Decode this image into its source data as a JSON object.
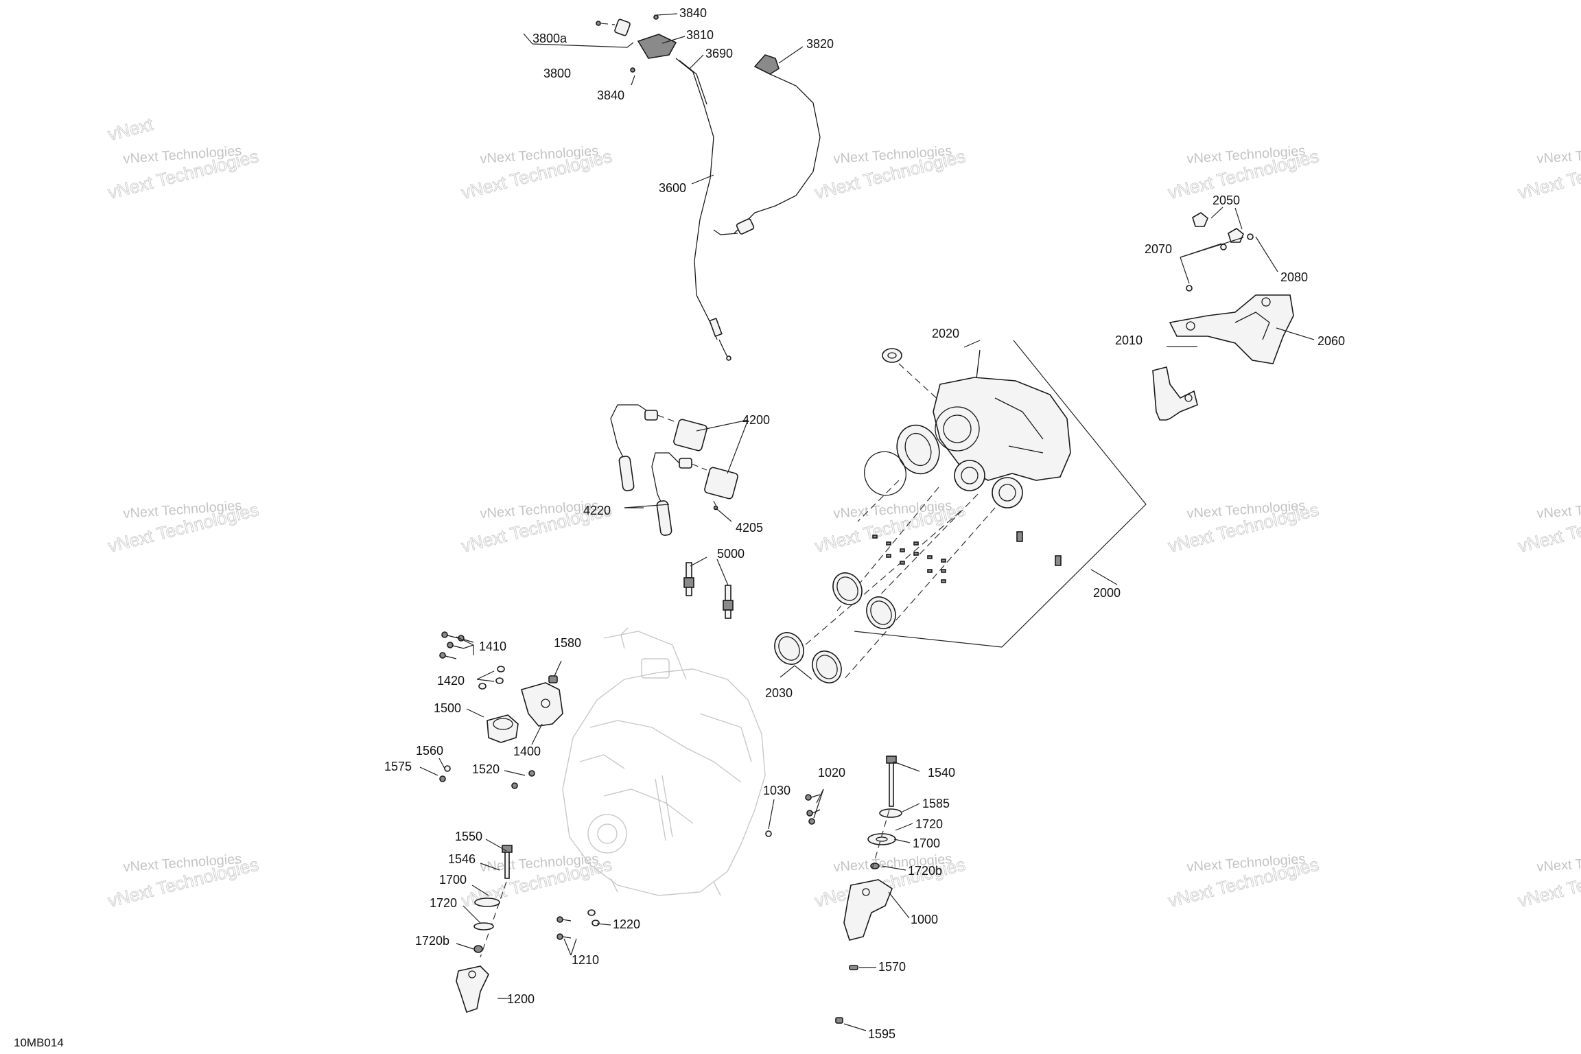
{
  "diagram_code": "10MB014",
  "watermark": {
    "line1": "vNext Technologies",
    "line2": "Technologies",
    "small": "vNext"
  },
  "callouts": {
    "c3840a": "3840",
    "c3800a": "3800a",
    "c3810": "3810",
    "c3690": "3690",
    "c3820": "3820",
    "c3800": "3800",
    "c3840b": "3840",
    "c3600": "3600",
    "c2050": "2050",
    "c2070": "2070",
    "c2080": "2080",
    "c2010": "2010",
    "c2060": "2060",
    "c2020": "2020",
    "c4200": "4200",
    "c4220": "4220",
    "c4205": "4205",
    "c5000": "5000",
    "c2000": "2000",
    "c2030": "2030",
    "c1410": "1410",
    "c1580": "1580",
    "c1420": "1420",
    "c1500": "1500",
    "c1400": "1400",
    "c1560": "1560",
    "c1575": "1575",
    "c1520": "1520",
    "c1020": "1020",
    "c1030": "1030",
    "c1540": "1540",
    "c1585": "1585",
    "c1720a": "1720",
    "c1700a": "1700",
    "c1720ba": "1720b",
    "c1000": "1000",
    "c1550": "1550",
    "c1546": "1546",
    "c1700b": "1700",
    "c1720b2": "1720",
    "c1720bb": "1720b",
    "c1220": "1220",
    "c1210": "1210",
    "c1200": "1200",
    "c1570": "1570",
    "c1595": "1595"
  }
}
